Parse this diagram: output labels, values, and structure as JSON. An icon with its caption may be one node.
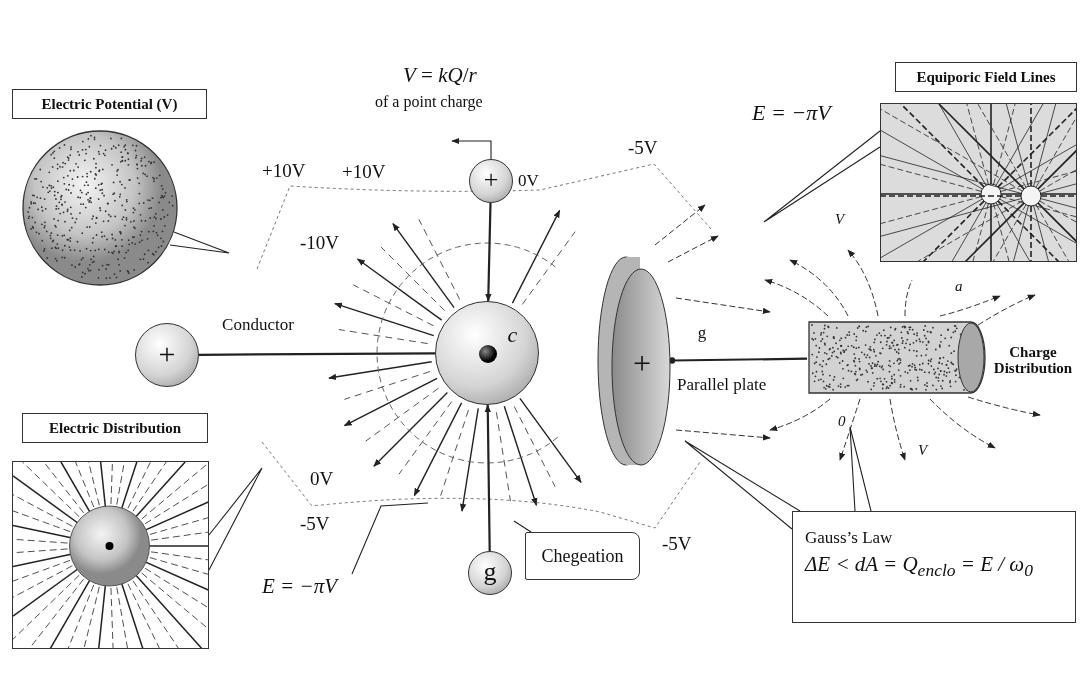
{
  "diagram": {
    "nodes": [
      {
        "text": [
          "Electric Potential (V)"
        ]
      },
      {
        "text": [],
        "shape": "circle"
      },
      {
        "text": [
          "+"
        ]
      },
      {
        "text": [
          "c"
        ]
      },
      {
        "text": [
          "+"
        ],
        "beside": [
          "0V"
        ]
      },
      {
        "text": [
          "g"
        ]
      },
      {
        "text": [
          "+"
        ],
        "beside": [
          "Parallel plate"
        ]
      },
      {
        "text": [],
        "shape": "cylinder",
        "beside": [
          "Charge Distribution"
        ]
      },
      {
        "text": [
          "Electric Distribution"
        ]
      },
      {
        "text": [],
        "shape": "picture"
      },
      {
        "text": [
          "Equiporic Field Lines"
        ]
      },
      {
        "text": [],
        "shape": "picture"
      },
      {
        "text": [
          "Chegeation"
        ]
      },
      {
        "text": [
          "Gauss’s Law",
          "ΔE < dA = Q$_{enclo}$ = E / ω$_{0}$"
        ]
      },
      {
        "text": [
          "E = −πV"
        ]
      }
    ],
    "edges": [
      {
        "from": 2,
        "to": 3,
        "arrow": "none",
        "label": "Conductor"
      },
      {
        "from": 4,
        "to": 3,
        "arrow": "to"
      },
      {
        "from": 5,
        "to": 3,
        "arrow": "to"
      },
      {
        "from": 6,
        "to": 7,
        "arrow": "other",
        "label": "g"
      },
      {
        "from": 1,
        "to": null,
        "arrow": "none"
      },
      {
        "from": 9,
        "to": null,
        "arrow": "none"
      },
      {
        "from": 11,
        "to": null,
        "arrow": "none"
      },
      {
        "from": 12,
        "to": null,
        "arrow": "none"
      },
      {
        "from": 13,
        "to": null,
        "arrow": "none"
      },
      {
        "from": 13,
        "to": null,
        "arrow": "none"
      },
      {
        "from": 14,
        "to": null,
        "arrow": "none"
      },
      {
        "from": 4,
        "to": null,
        "arrow": "to"
      }
    ],
    "labels": [
      "*V* = *kQ*/*r*",
      "of a point charge",
      "+10V",
      "+10V",
      "-10V",
      "-5V",
      "E = −πV",
      "0V",
      "-5V",
      "-5V",
      "V",
      "a",
      "0",
      "V"
    ]
  }
}
